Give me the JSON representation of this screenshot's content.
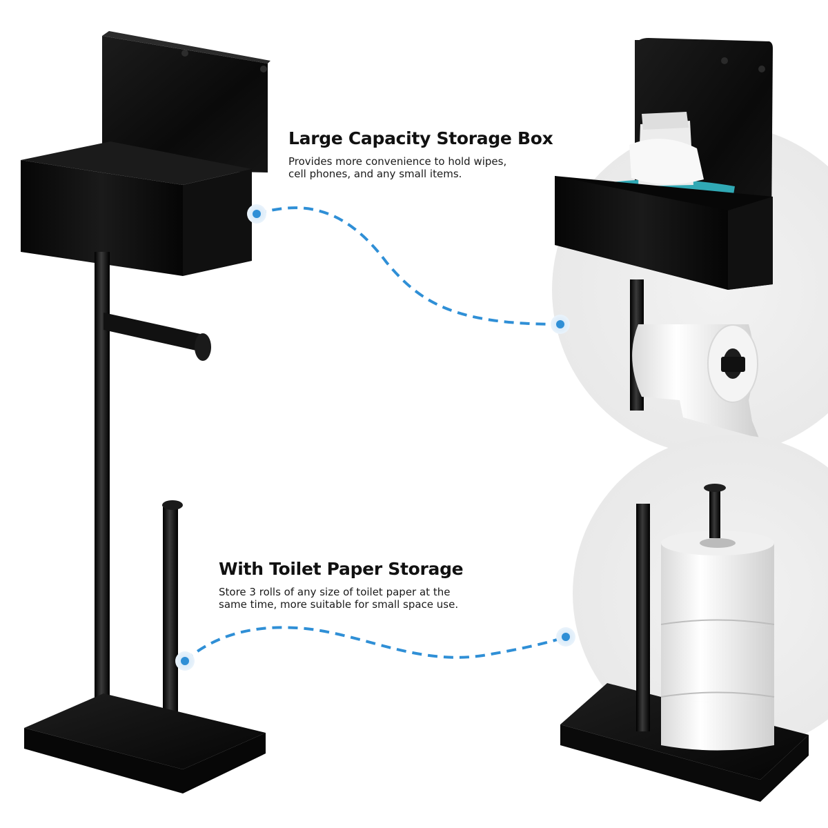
{
  "features": [
    {
      "title": "Large Capacity Storage Box",
      "description_lines": [
        "Provides more convenience to hold wipes,",
        "cell phones, and any small items."
      ]
    },
    {
      "title": "With Toilet Paper Storage",
      "description_lines": [
        "Store 3 rolls of any size of toilet paper at the",
        "same time, more suitable for small space use."
      ]
    }
  ],
  "colors": {
    "connector": "#2f8fd6",
    "product": "#0d0d0d",
    "tissue_pack": "#2b9aa6"
  }
}
